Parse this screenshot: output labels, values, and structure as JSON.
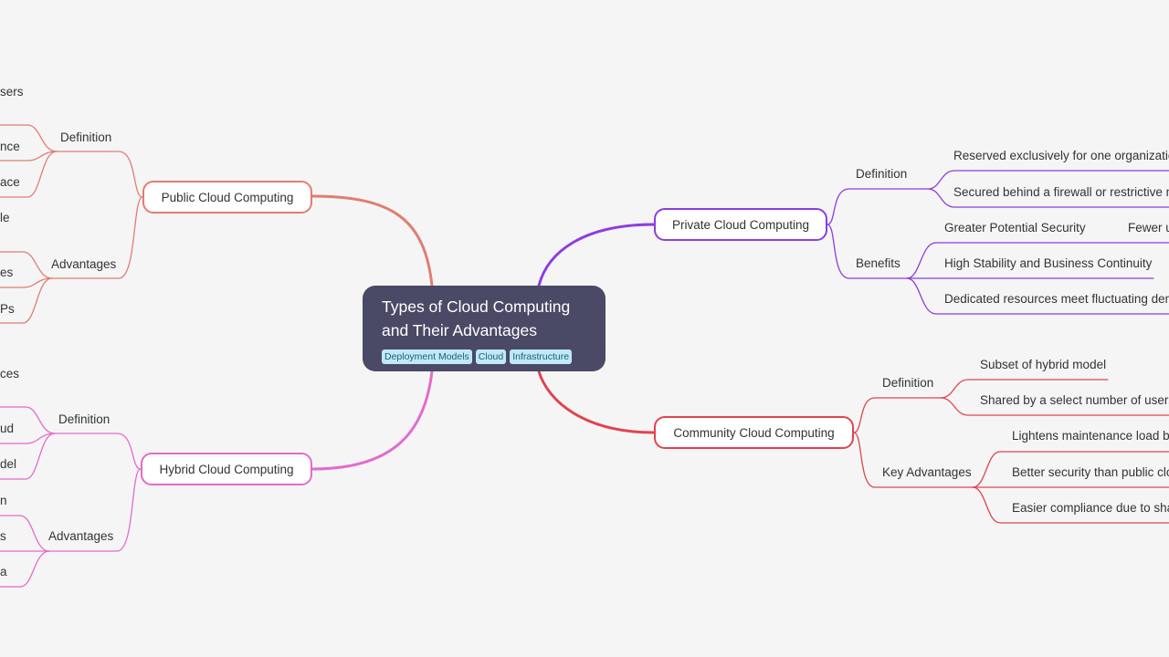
{
  "central": {
    "title": "Types of Cloud Computing\nand Their Advantages",
    "tags": [
      "Deployment Models",
      "Cloud",
      "Infrastructure"
    ]
  },
  "colors": {
    "public": "#e07d72",
    "private": "#8c3de0",
    "community": "#e0444f",
    "hybrid": "#e26bcd",
    "central_bg": "#4a4a66",
    "tag_bg": "#bfe9f6"
  },
  "branches": {
    "public": {
      "label": "Public Cloud Computing",
      "definition": "Definition",
      "advantages": "Advantages",
      "definition_leaves": [
        "sers",
        "nce",
        "ace"
      ],
      "advantages_leaves": [
        "le",
        "es",
        "Ps"
      ]
    },
    "hybrid": {
      "label": "Hybrid Cloud Computing",
      "definition": "Definition",
      "advantages": "Advantages",
      "definition_leaves": [
        "ces",
        "ud",
        "del"
      ],
      "advantages_leaves": [
        "n",
        "s",
        "a"
      ]
    },
    "private": {
      "label": "Private Cloud Computing",
      "definition": "Definition",
      "benefits": "Benefits",
      "definition_leaves": [
        "Reserved exclusively for one organizatio",
        "Secured behind a firewall or restrictive n"
      ],
      "benefits_leaves": [
        "Greater Potential Security",
        "High Stability and Business Continuity",
        "Dedicated resources meet fluctuating den"
      ],
      "security_sub": "Fewer u"
    },
    "community": {
      "label": "Community Cloud Computing",
      "definition": "Definition",
      "advantages": "Key Advantages",
      "definition_leaves": [
        "Subset of hybrid model",
        "Shared by a select number of users"
      ],
      "advantages_leaves": [
        "Lightens maintenance load b",
        "Better security than public clo",
        "Easier compliance due to sha"
      ]
    }
  }
}
